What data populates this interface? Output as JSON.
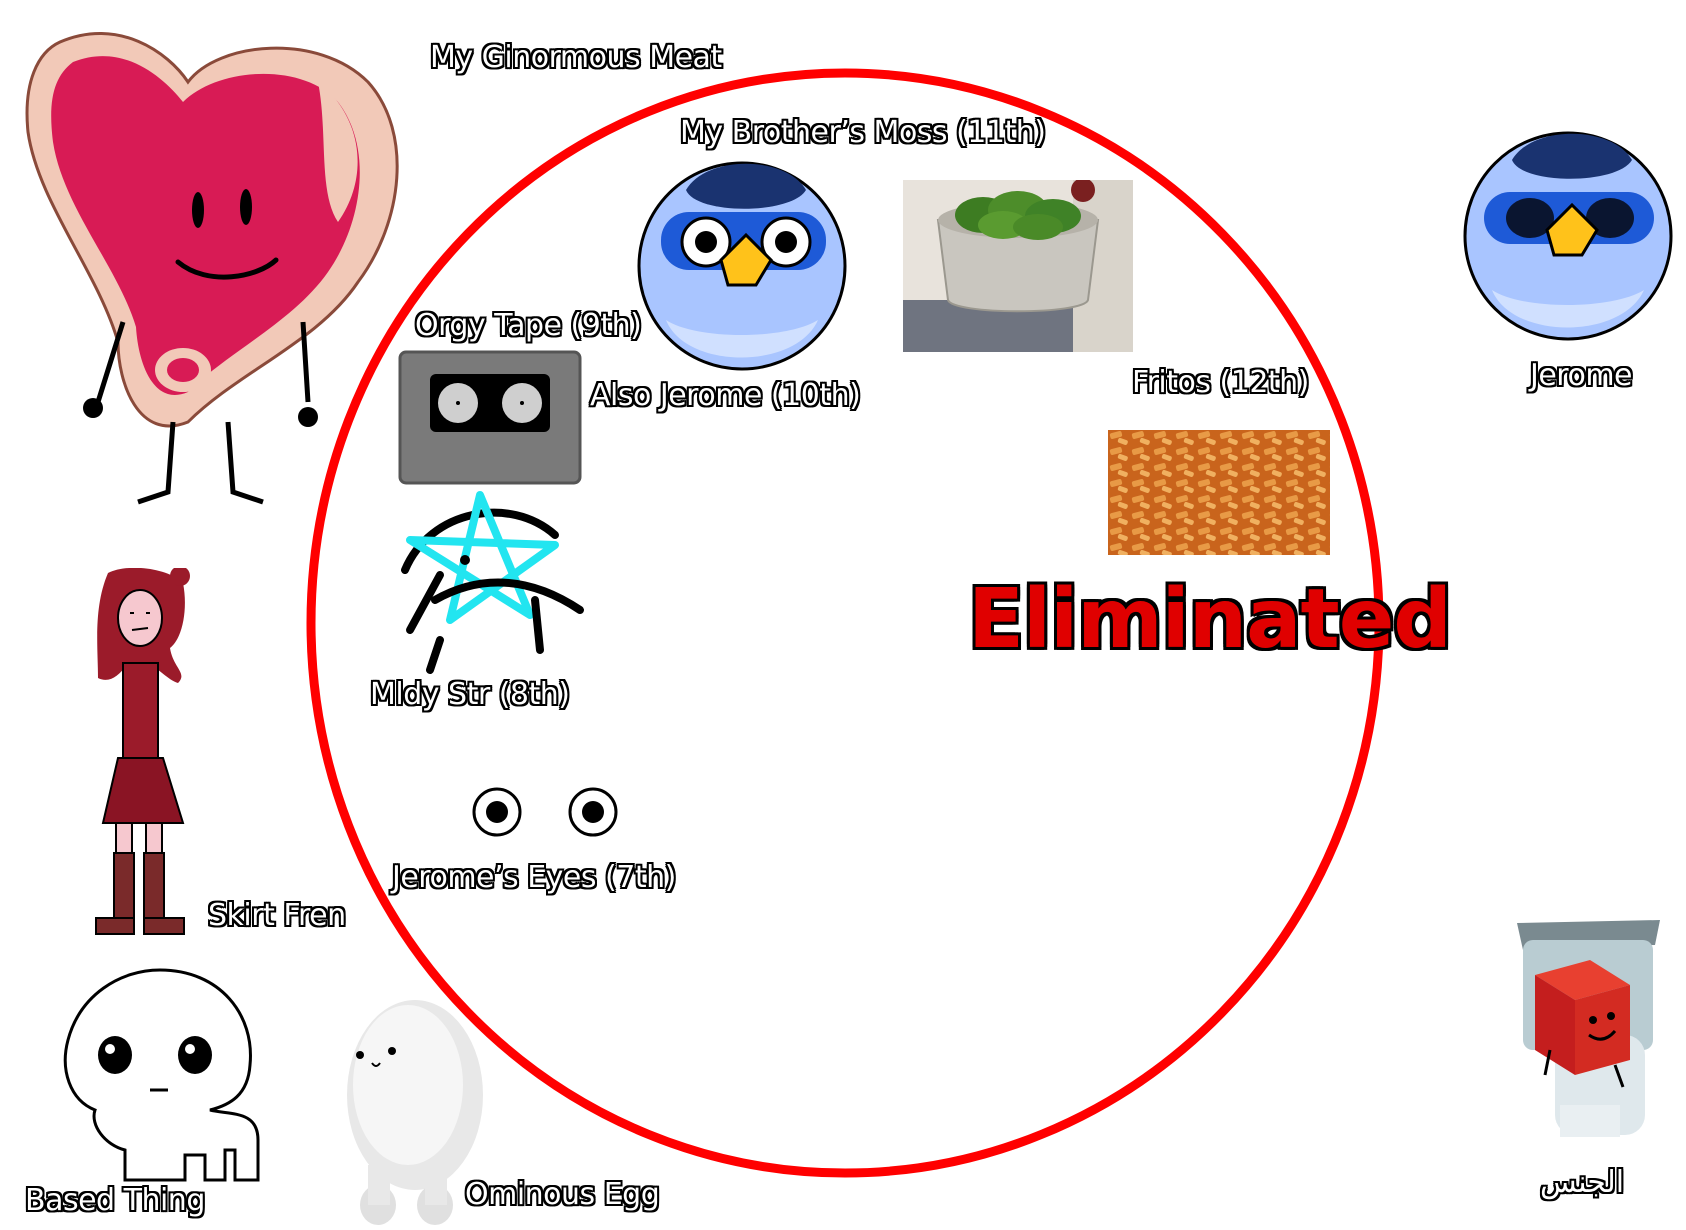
{
  "colors": {
    "circle": "#ff0000",
    "eliminated_text": "#e00000",
    "meat": "#d81b55",
    "jerome_face": "#a9c5ff",
    "jerome_hair": "#1a3370",
    "skirt_fren": "#9b1b2a"
  },
  "title_label": "Eliminated",
  "outside": {
    "meat": "My Ginormous Meat",
    "jerome": "Jerome",
    "skirt": "Skirt Fren",
    "based": "Based Thing",
    "egg": "Ominous Egg",
    "toilet": "الجنس"
  },
  "inside": {
    "moss": "My Brother’s Moss (11th)",
    "tape": "Orgy Tape (9th)",
    "also_jerome": "Also Jerome (10th)",
    "fritos": "Fritos (12th)",
    "star": "Mldy Str (8th)",
    "eyes": "Jerome’s Eyes (7th)"
  },
  "icons": [
    "meat-character-icon",
    "jerome-penguin-icon",
    "moss-bowl-icon",
    "cassette-tape-icon",
    "fritos-chips-icon",
    "star-character-icon",
    "eyes-icon",
    "skirt-girl-icon",
    "based-thing-icon",
    "egg-plush-icon",
    "toilet-cube-icon"
  ]
}
